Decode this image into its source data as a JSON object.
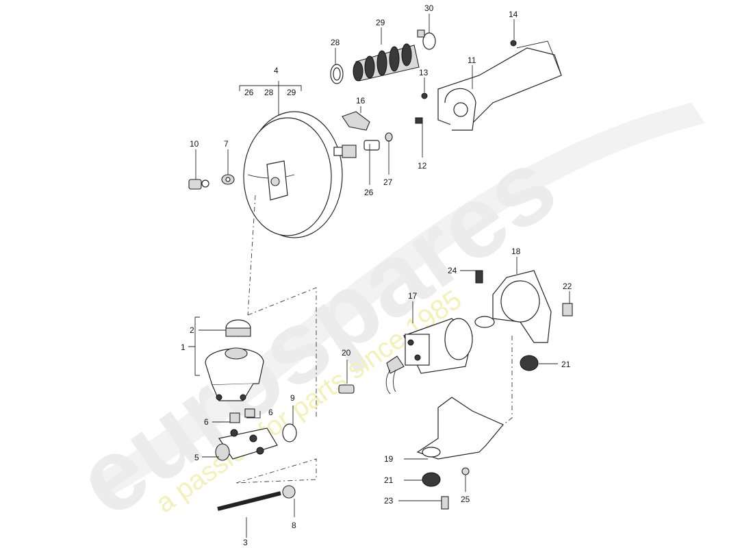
{
  "watermark": {
    "brand": "eurospares",
    "tagline": "a passion for parts since 1985"
  },
  "callouts": {
    "c1": "1",
    "c2": "2",
    "c3": "3",
    "c4": "4",
    "c5": "5",
    "c6a": "6",
    "c6b": "6",
    "c7": "7",
    "c8": "8",
    "c9": "9",
    "c10": "10",
    "c11": "11",
    "c12": "12",
    "c13": "13",
    "c14": "14",
    "c16": "16",
    "c17": "17",
    "c18": "18",
    "c19": "19",
    "c20": "20",
    "c21a": "21",
    "c21b": "21",
    "c22": "22",
    "c23": "23",
    "c24": "24",
    "c25": "25",
    "c26": "26",
    "c27": "27",
    "c28": "28",
    "c29": "29",
    "c30": "30"
  },
  "group4": {
    "items": [
      "26",
      "28",
      "29"
    ]
  }
}
